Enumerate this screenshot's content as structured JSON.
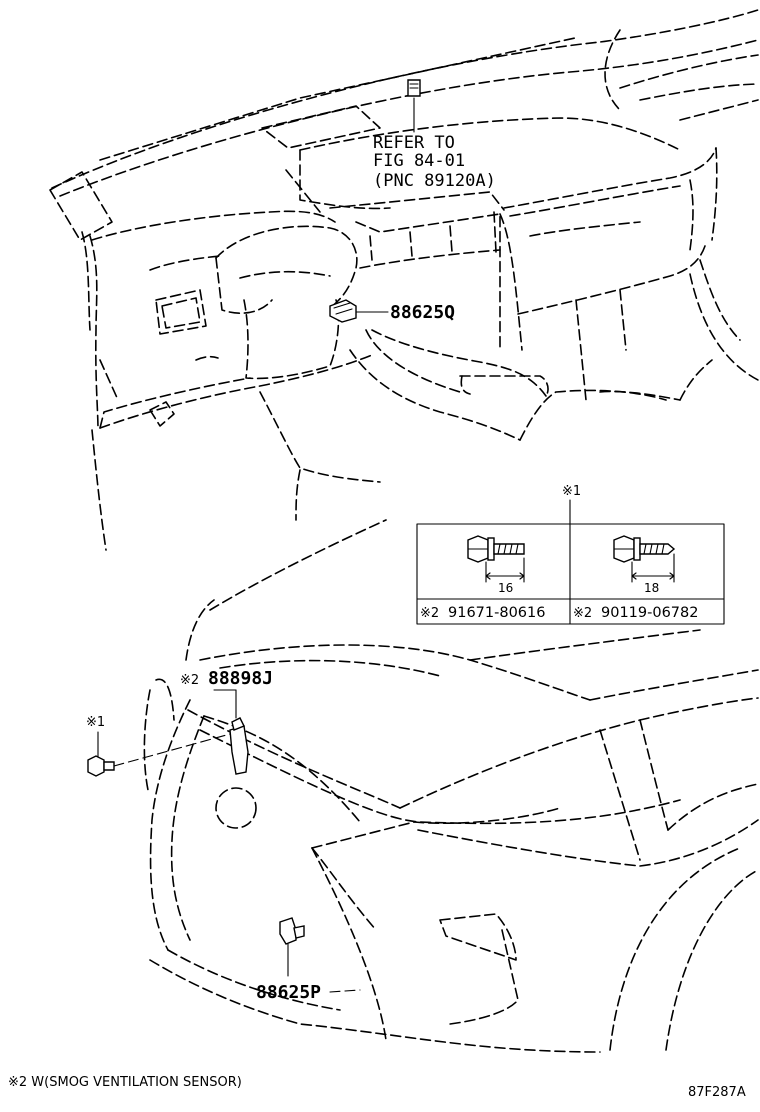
{
  "refer_note": {
    "line1": "REFER TO",
    "line2": "FIG 84-01",
    "line3": "(PNC 89120A)"
  },
  "callouts": {
    "upper_sensor": "88625Q",
    "grille_bracket_mark": "※2",
    "grille_bracket": "88898J",
    "bolt_mark": "※1",
    "lower_sensor": "88625P"
  },
  "fastener_table": {
    "header_mark": "※1",
    "columns": [
      {
        "dimension": "16",
        "mark": "※2",
        "part_number": "91671-80616"
      },
      {
        "dimension": "18",
        "mark": "※2",
        "part_number": "90119-06782"
      }
    ]
  },
  "footnote": "※2 W(SMOG VENTILATION SENSOR)",
  "figure_code": "87F287A"
}
